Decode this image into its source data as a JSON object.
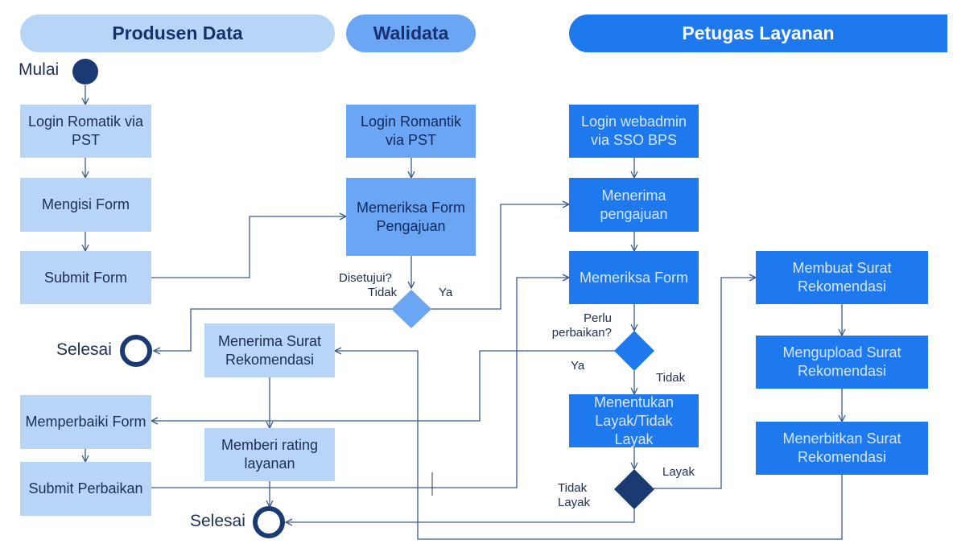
{
  "lanes": {
    "produsen": "Produsen Data",
    "walidata": "Walidata",
    "petugas": "Petugas Layanan"
  },
  "terminals": {
    "start": "Mulai",
    "end_top": "Selesai",
    "end_bottom": "Selesai"
  },
  "produsen": {
    "login": "Login Romatik via PST",
    "fill_form": "Mengisi Form",
    "submit_form": "Submit Form",
    "receive_letter": "Menerima Surat Rekomendasi",
    "fix_form": "Memperbaiki Form",
    "give_rating": "Memberi rating layanan",
    "submit_fix": "Submit Perbaikan"
  },
  "walidata": {
    "login": "Login Romantik via PST",
    "check_form": "Memeriksa Form Pengajuan",
    "decision_q": "Disetujui?",
    "no": "Tidak",
    "yes": "Ya"
  },
  "petugas": {
    "login": "Login webadmin via SSO BPS",
    "receive": "Menerima pengajuan",
    "check": "Memeriksa Form",
    "decision_q": "Perlu perbaikan?",
    "yes": "Ya",
    "no": "Tidak",
    "determine": "Menentukan Layak/Tidak Layak",
    "feasible": "Layak",
    "not_feasible": "Tidak Layak",
    "make_letter": "Membuat Surat Rekomendasi",
    "upload_letter": "Mengupload Surat Rekomendasi",
    "issue_letter": "Menerbitkan Surat Rekomendasi"
  },
  "colors": {
    "produsen_fill": "#b8d4f7",
    "walidata_fill": "#6aa6f3",
    "petugas_fill": "#1f79ee",
    "dark_node": "#1b3a73",
    "arrow": "#3a5a8c"
  }
}
